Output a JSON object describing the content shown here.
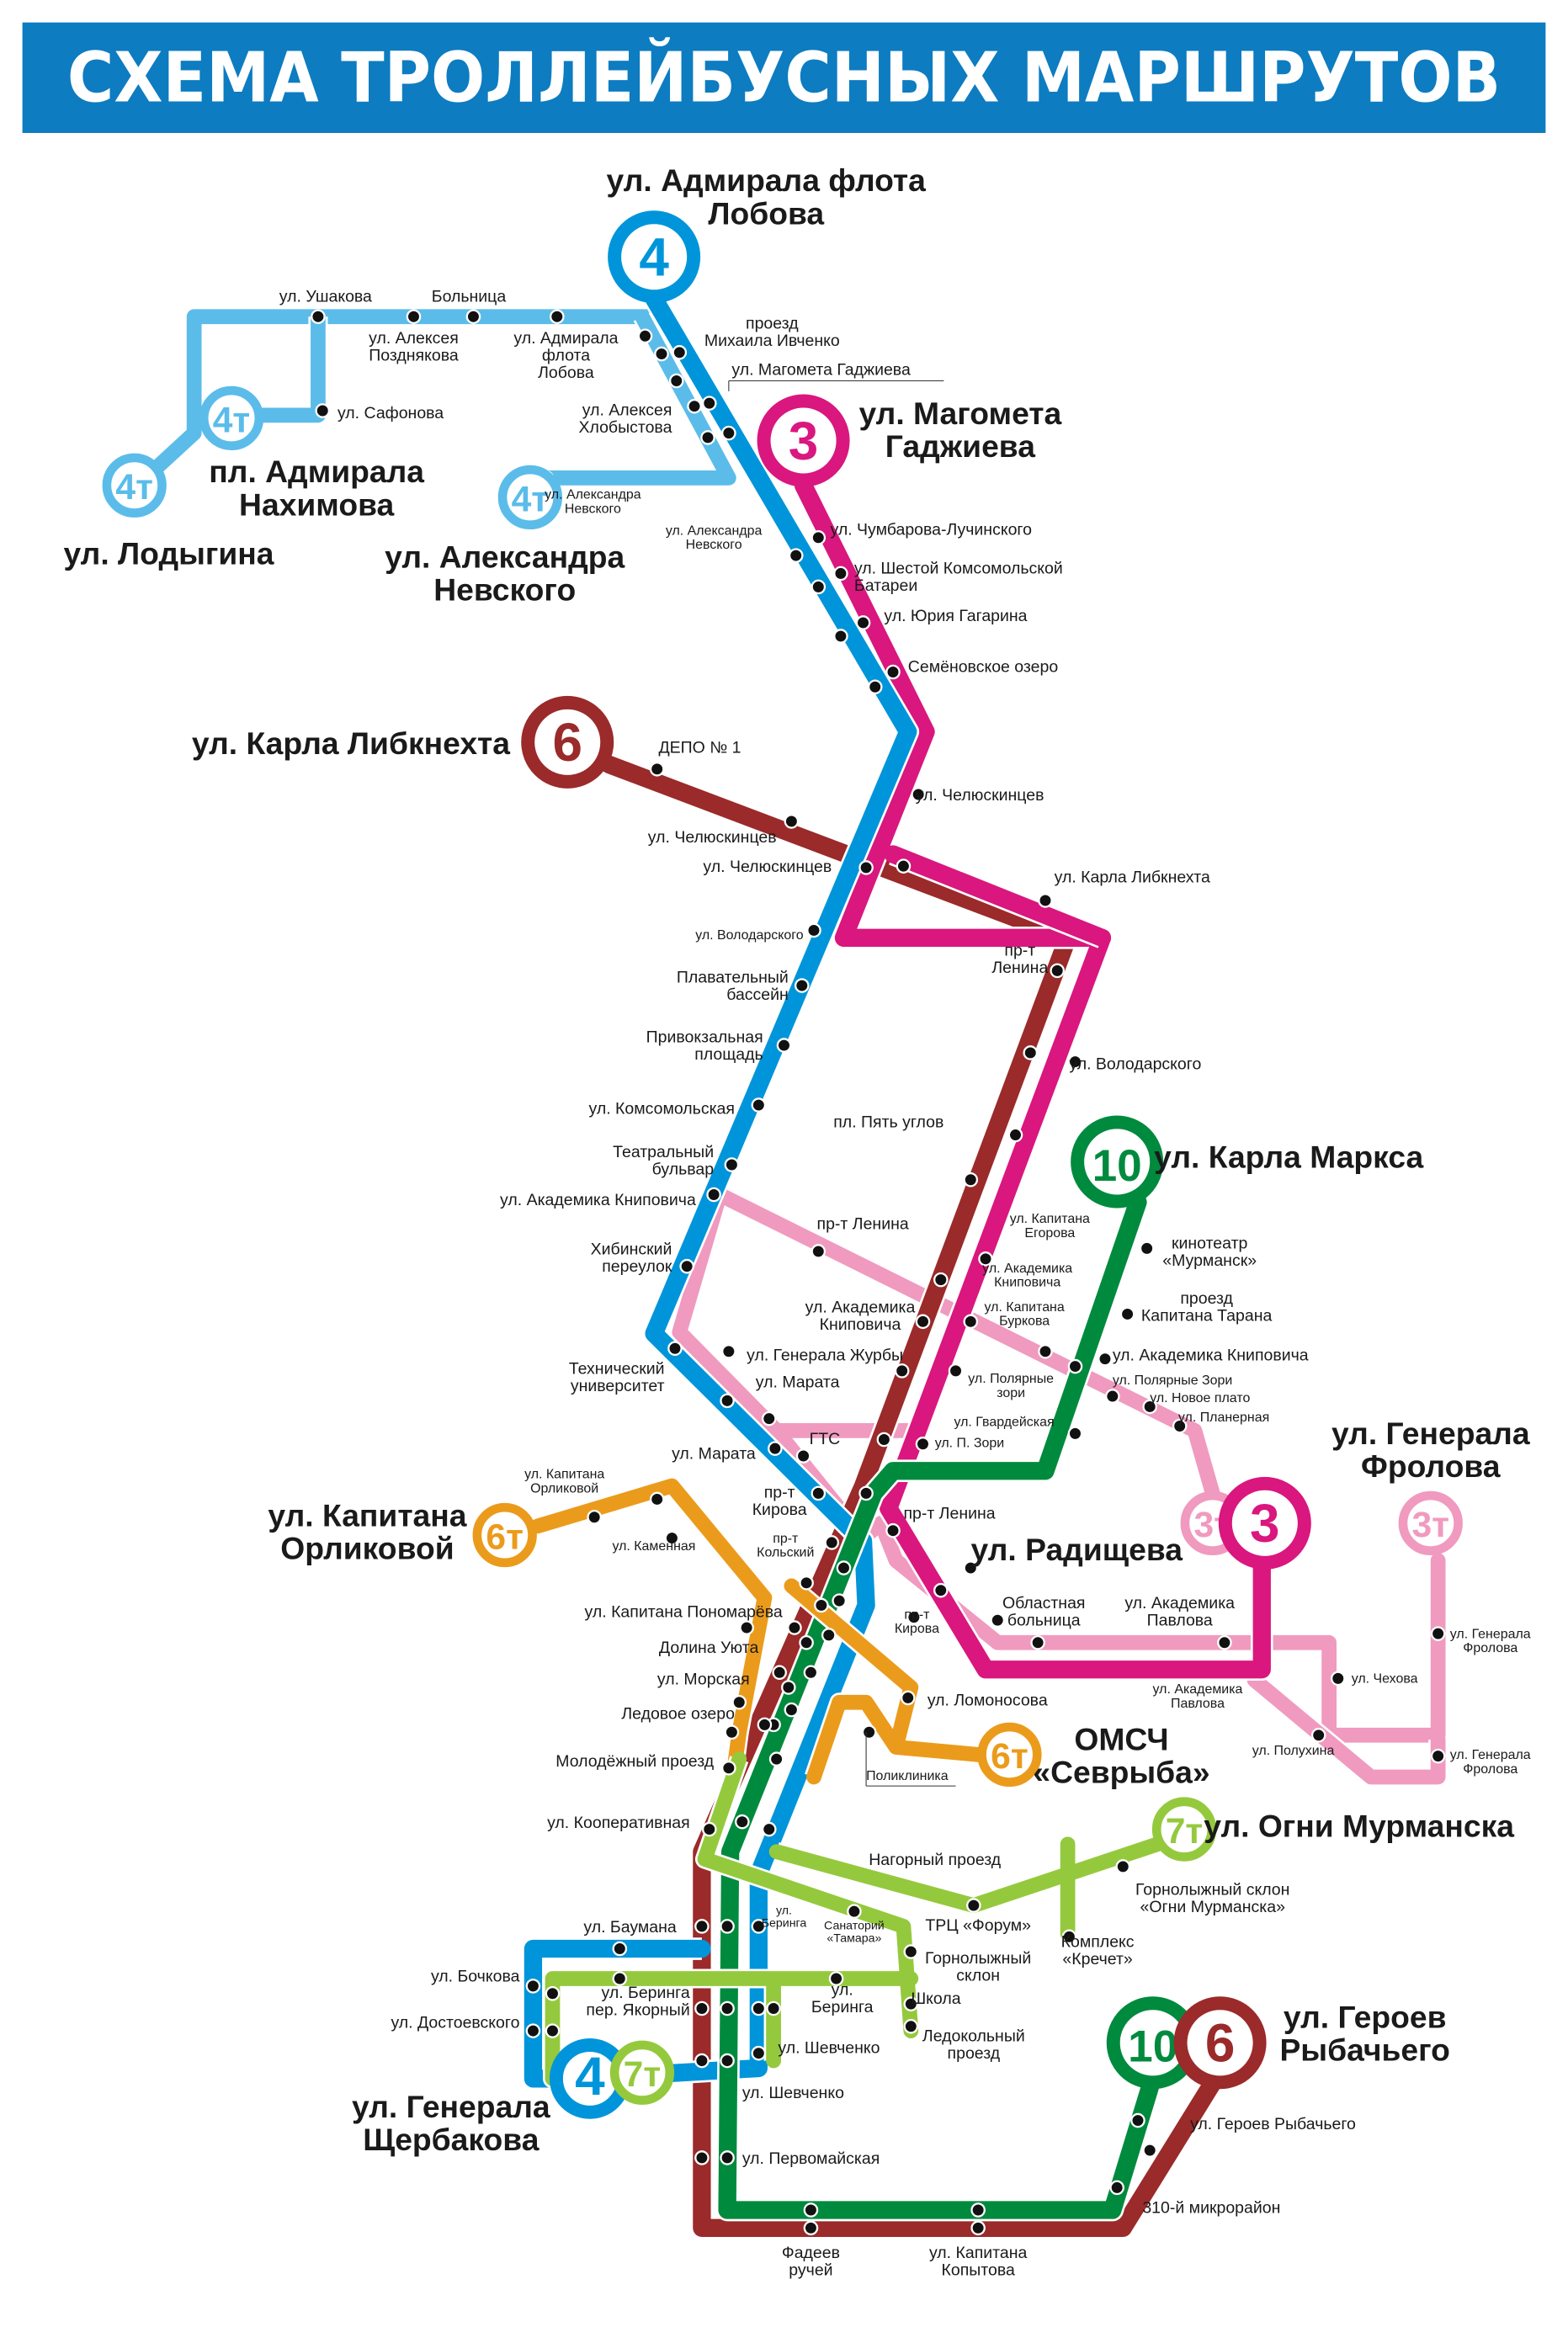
{
  "title": "СХЕМА ТРОЛЛЕЙБУСНЫХ МАРШРУТОВ",
  "colors": {
    "header": "#0d7cc1",
    "blue": "#0095da",
    "lightblue": "#5bbcea",
    "magenta": "#d9177e",
    "darkred": "#9b2a2a",
    "green": "#008a3e",
    "lightgreen": "#95c93d",
    "pink": "#f09ac0",
    "orange": "#eb9b1b"
  },
  "terminals": [
    {
      "route": "4",
      "color": "blue"
    },
    {
      "route": "4т",
      "color": "lightblue"
    },
    {
      "route": "4т",
      "color": "lightblue"
    },
    {
      "route": "4т",
      "color": "lightblue"
    },
    {
      "route": "3",
      "color": "magenta"
    },
    {
      "route": "6",
      "color": "darkred"
    },
    {
      "route": "10",
      "color": "green"
    },
    {
      "route": "3т",
      "color": "pink"
    },
    {
      "route": "3",
      "color": "magenta"
    },
    {
      "route": "3т",
      "color": "pink"
    },
    {
      "route": "6т",
      "color": "orange"
    },
    {
      "route": "6т",
      "color": "orange"
    },
    {
      "route": "7т",
      "color": "lightgreen"
    },
    {
      "route": "4",
      "color": "blue"
    },
    {
      "route": "7т",
      "color": "lightgreen"
    },
    {
      "route": "10",
      "color": "green"
    },
    {
      "route": "6",
      "color": "darkred"
    }
  ],
  "terminal_labels": [
    [
      "ул. Адмирала флота",
      "Лобова"
    ],
    [
      "ул. Магомета",
      "Гаджиева"
    ],
    [
      "пл. Адмирала",
      "Нахимова"
    ],
    [
      "ул. Лодыгина"
    ],
    [
      "ул. Александра",
      "Невского"
    ],
    [
      "ул. Карла Либкнехта"
    ],
    [
      "ул. Карла Маркса"
    ],
    [
      "ул. Генерала",
      "Фролова"
    ],
    [
      "ул. Капитана",
      "Орликовой"
    ],
    [
      "ул. Радищева"
    ],
    [
      "ОМСЧ",
      "«Севрыба»"
    ],
    [
      "ул. Огни Мурманска"
    ],
    [
      "ул. Героев",
      "Рыбачьего"
    ],
    [
      "ул. Генерала",
      "Щербакова"
    ]
  ],
  "stops": [
    [
      "ул. Ушакова"
    ],
    [
      "Больница"
    ],
    [
      "ул. Алексея",
      "Позднякова"
    ],
    [
      "ул. Адмирала",
      "флота",
      "Лобова"
    ],
    [
      "ул. Сафонова"
    ],
    [
      "проезд",
      "Михаила Ивченко"
    ],
    [
      "ул. Магомета  Гаджиева"
    ],
    [
      "ул. Алексея",
      "Хлобыстова"
    ],
    [
      "ул. Александра",
      "Невского"
    ],
    [
      "ул. Александра",
      "Невского"
    ],
    [
      "ул. Чумбарова-Лучинского"
    ],
    [
      "ул. Шестой Комсомольской",
      "Батареи"
    ],
    [
      "ул. Юрия Гагарина"
    ],
    [
      "Семёновское озеро"
    ],
    [
      "ДЕПО № 1"
    ],
    [
      "ул. Челюскинцев"
    ],
    [
      "ул. Челюскинцев"
    ],
    [
      "ул. Челюскинцев"
    ],
    [
      "ул. Карла Либкнехта"
    ],
    [
      "ул. Володарского"
    ],
    [
      "пр-т",
      "Ленина"
    ],
    [
      "Плавательный",
      "бассейн"
    ],
    [
      "Привокзальная",
      "площадь"
    ],
    [
      "ул. Володарского"
    ],
    [
      "ул. Комсомольская"
    ],
    [
      "пл. Пять углов"
    ],
    [
      "Театральный",
      "бульвар"
    ],
    [
      "ул. Академика Книповича"
    ],
    [
      "пр-т Ленина"
    ],
    [
      "ул. Капитана",
      "Егорова"
    ],
    [
      "кинотеатр",
      "«Мурманск»"
    ],
    [
      "Хибинский",
      "переулок"
    ],
    [
      "ул. Академика",
      "Книповича"
    ],
    [
      "проезд",
      "Капитана Тарана"
    ],
    [
      "ул. Академика",
      "Книповича"
    ],
    [
      "ул. Капитана",
      "Буркова"
    ],
    [
      "ул. Генерала Журбы"
    ],
    [
      "ул. Академика Книповича"
    ],
    [
      "Технический",
      "университет"
    ],
    [
      "ул. Марата"
    ],
    [
      "ул. Полярные",
      "зори"
    ],
    [
      "ул. Полярные Зори"
    ],
    [
      "ул. Новое плато"
    ],
    [
      "ул. Планерная"
    ],
    [
      "ул. Гвардейская"
    ],
    [
      "ГТС"
    ],
    [
      "ул. П. Зори"
    ],
    [
      "ул. Марата"
    ],
    [
      "ул. Капитана",
      "Орликовой"
    ],
    [
      "пр-т",
      "Кирова"
    ],
    [
      "пр-т Ленина"
    ],
    [
      "ул. Каменная"
    ],
    [
      "пр-т",
      "Кольский"
    ],
    [
      "ул. Капитана Пономарёва"
    ],
    [
      "Областная",
      "больница"
    ],
    [
      "ул. Академика",
      "Павлова"
    ],
    [
      "пр-т",
      "Кирова"
    ],
    [
      "Долина Уюта"
    ],
    [
      "ул. Морская"
    ],
    [
      "ул. Ломоносова"
    ],
    [
      "ул. Академика",
      "Павлова"
    ],
    [
      "ул. Чехова"
    ],
    [
      "ул. Генерала",
      "Фролова"
    ],
    [
      "Ледовое озеро"
    ],
    [
      "ул. Полухина"
    ],
    [
      "ул. Генерала",
      "Фролова"
    ],
    [
      "Молодёжный проезд"
    ],
    [
      "Поликлиника"
    ],
    [
      "ул. Кооперативная"
    ],
    [
      "Нагорный проезд"
    ],
    [
      "Горнолыжный склон",
      "«Огни Мурманска»"
    ],
    [
      "ул.",
      "Беринга"
    ],
    [
      "Санаторий",
      "«Тамара»"
    ],
    [
      "ТРЦ «Форум»"
    ],
    [
      "ул. Баумана"
    ],
    [
      "Горнолыжный",
      "склон"
    ],
    [
      "Комплекс",
      "«Кречет»"
    ],
    [
      "ул. Бочкова"
    ],
    [
      "ул. Беринга",
      "пер. Якорный"
    ],
    [
      "ул.",
      "Беринга"
    ],
    [
      "Школа"
    ],
    [
      "ул. Достоевского"
    ],
    [
      "Ледокольный",
      "проезд"
    ],
    [
      "ул. Шевченко"
    ],
    [
      "ул. Шевченко"
    ],
    [
      "ул. Первомайская"
    ],
    [
      "ул. Героев Рыбачьего"
    ],
    [
      "310-й микрорайон"
    ],
    [
      "Фадеев",
      "ручей"
    ],
    [
      "ул. Капитана",
      "Копытова"
    ]
  ]
}
